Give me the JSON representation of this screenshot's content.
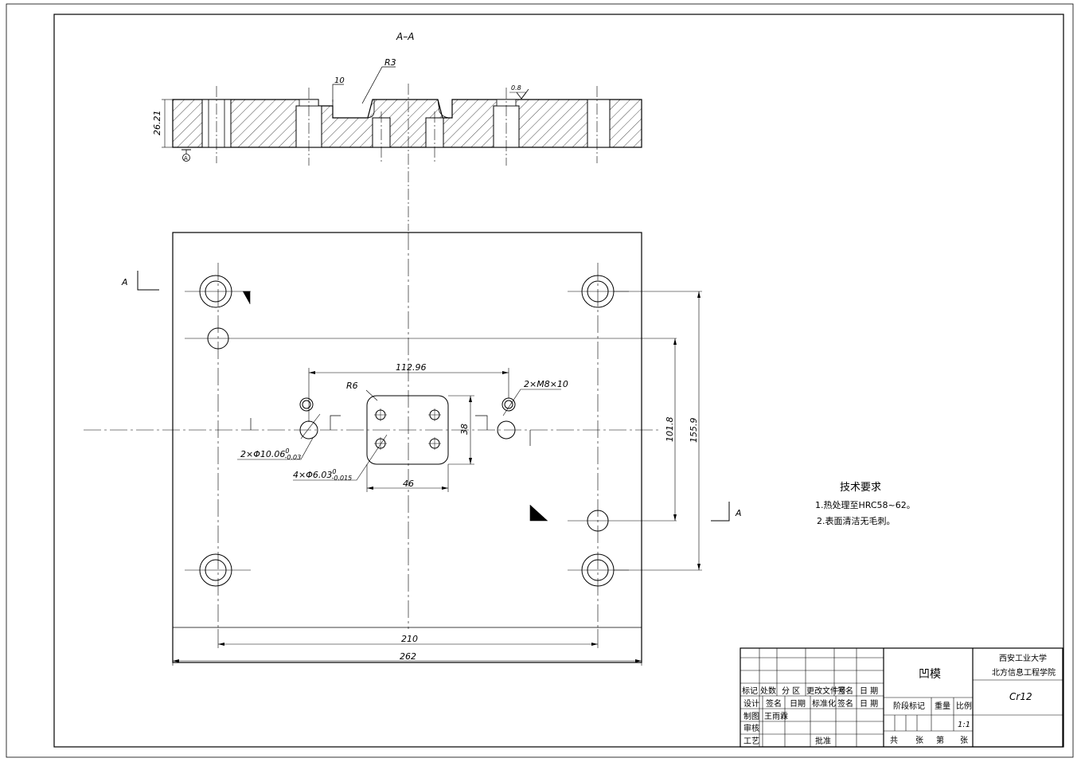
{
  "section": {
    "title": "A–A",
    "radius_label": "R3",
    "depth_label": "10",
    "roughness": "0.8",
    "thickness": "26.21",
    "datum": "A"
  },
  "plan": {
    "section_mark_left": "A",
    "section_mark_right": "A",
    "dims": {
      "d112": "112.96",
      "r6": "R6",
      "m8": "2×M8×10",
      "d38": "38",
      "d46": "46",
      "d101": "101.8",
      "d155": "155.9",
      "d210": "210",
      "d262": "262",
      "pin_main": "2×Φ10.06",
      "pin_tol_up": "0",
      "pin_tol_dn": "-0.03",
      "hole_main": "4×Φ6.03",
      "hole_tol_up": "0",
      "hole_tol_dn": "-0.015"
    }
  },
  "requirements": {
    "title": "技术要求",
    "items": [
      "1.热处理至HRC58~62。",
      "2.表面清洁无毛刺。"
    ]
  },
  "title_block": {
    "header": [
      "标记",
      "处数",
      "分 区",
      "更改文件号",
      "签名",
      "日 期"
    ],
    "row2": [
      "设计",
      "签名",
      "日期",
      "标准化",
      "签名",
      "日 期"
    ],
    "drawn_label": "制图",
    "drawn_by": "王雨霖",
    "review_label": "审核",
    "process_label": "工艺",
    "approve_label": "批准",
    "part_name": "凹模",
    "stage_label": "阶段标记",
    "weight_label": "重量",
    "scale_label": "比例",
    "scale": "1:1",
    "sheets": [
      "共",
      "张",
      "第",
      "张"
    ],
    "org_line1": "西安工业大学",
    "org_line2": "北方信息工程学院",
    "material": "Cr12"
  }
}
